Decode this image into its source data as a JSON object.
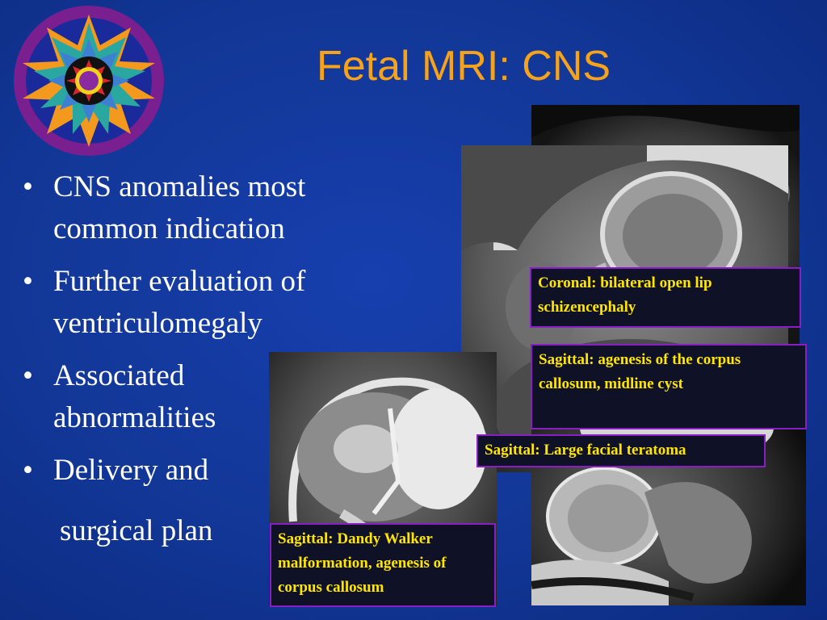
{
  "slide": {
    "title": "Fetal MRI: CNS",
    "bullet_symbol": "•",
    "bullets": [
      "CNS anomalies most common indication",
      "Further evaluation of ventriculomegaly",
      "Associated abnormalities",
      "Delivery and"
    ],
    "continuation_line": "surgical plan"
  },
  "captions": {
    "coronal": "Coronal: bilateral open lip schizencephaly",
    "sagittal_agenesis": "Sagittal: agenesis of the corpus callosum, midline cyst",
    "sagittal_teratoma": "Sagittal: Large facial teratoma",
    "sagittal_dandy_walker": "Sagittal: Dandy Walker malformation, agenesis of corpus callosum"
  },
  "colors": {
    "background": "#123797",
    "title": "#f7a21b",
    "caption_text": "#ffe500",
    "caption_border": "#8a1ec4",
    "body_text": "#ffffff"
  },
  "icons": {
    "logo": "mandala-logo-icon"
  }
}
